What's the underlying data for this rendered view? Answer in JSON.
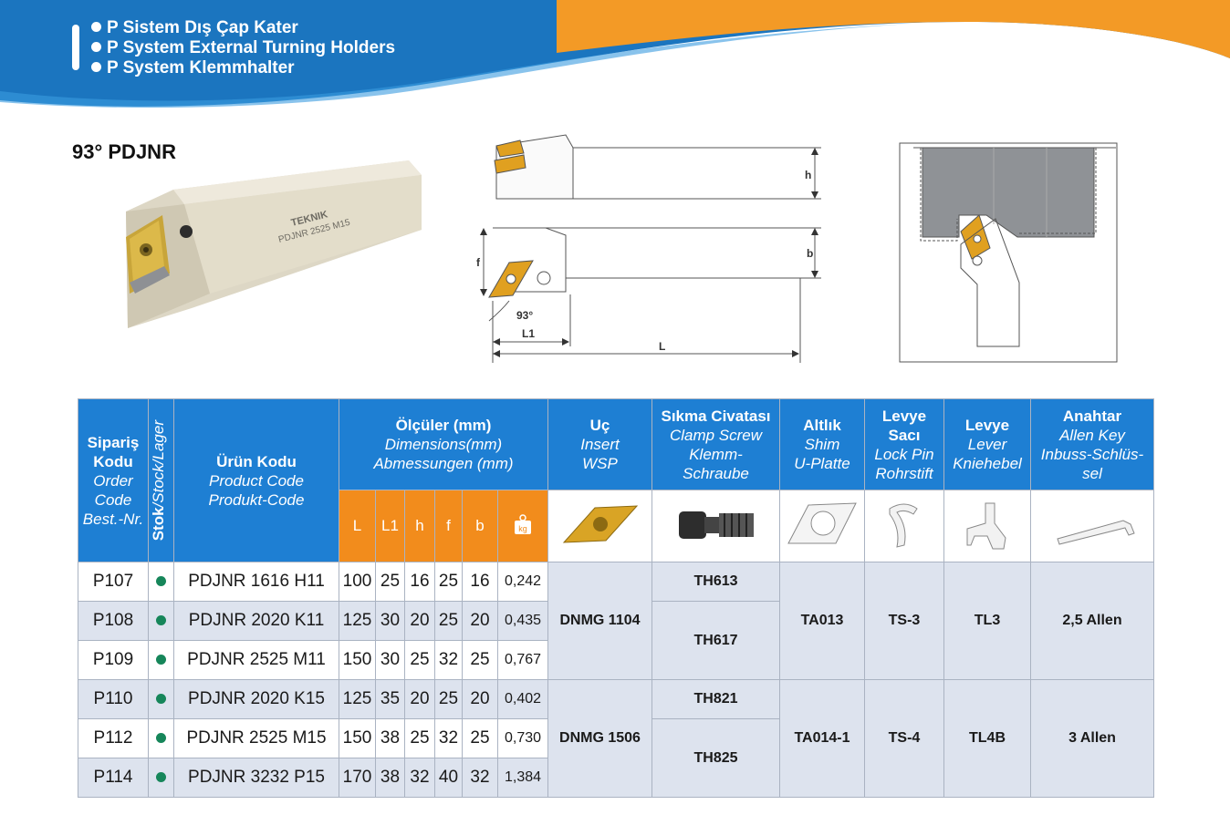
{
  "header": {
    "titles": [
      "P Sistem Dış Çap Kater",
      "P System External Turning Holders",
      "P System Klemmhalter"
    ]
  },
  "product_title": "93° PDJNR",
  "photo": {
    "brand": "TEKNIK",
    "marking": "PDJNR 2525 M15"
  },
  "drawing": {
    "h": "h",
    "b": "b",
    "f": "f",
    "angle": "93°",
    "L1": "L1",
    "L": "L"
  },
  "table": {
    "headers": {
      "order_code": [
        "Sipariş",
        "Kodu"
      ],
      "order_code_it": [
        "Order",
        "Code",
        "Best.-Nr."
      ],
      "stock_bold": "Stok",
      "stock_rest": "/Stock/Lager",
      "product_code": "Ürün Kodu",
      "product_code_it": [
        "Product Code",
        "Produkt-Code"
      ],
      "dimensions": "Ölçüler (mm)",
      "dimensions_it": [
        "Dimensions(mm)",
        "Abmessungen (mm)"
      ],
      "insert": "Uç",
      "insert_it": [
        "Insert",
        "WSP"
      ],
      "clamp": "Sıkma Civatası",
      "clamp_it": [
        "Clamp Screw",
        "Klemm-",
        "Schraube"
      ],
      "shim": "Altlık",
      "shim_it": [
        "Shim",
        "U-Platte"
      ],
      "lockpin": [
        "Levye",
        "Sacı"
      ],
      "lockpin_it": [
        "Lock Pin",
        "Rohrstift"
      ],
      "lever": "Levye",
      "lever_it": [
        "Lever",
        "Kniehebel"
      ],
      "key": "Anahtar",
      "key_it": [
        "Allen Key",
        "Inbuss-Schlüs-",
        "sel"
      ]
    },
    "dim_cols": [
      "L",
      "L1",
      "h",
      "f",
      "b"
    ],
    "weight_icon_label": "kg",
    "rows": [
      {
        "order": "P107",
        "product": "PDJNR 1616 H11",
        "L": "100",
        "L1": "25",
        "h": "16",
        "f": "25",
        "b": "16",
        "w": "0,242"
      },
      {
        "order": "P108",
        "product": "PDJNR 2020 K11",
        "L": "125",
        "L1": "30",
        "h": "20",
        "f": "25",
        "b": "20",
        "w": "0,435"
      },
      {
        "order": "P109",
        "product": "PDJNR 2525 M11",
        "L": "150",
        "L1": "30",
        "h": "25",
        "f": "32",
        "b": "25",
        "w": "0,767"
      },
      {
        "order": "P110",
        "product": "PDJNR 2020 K15",
        "L": "125",
        "L1": "35",
        "h": "20",
        "f": "25",
        "b": "20",
        "w": "0,402"
      },
      {
        "order": "P112",
        "product": "PDJNR 2525 M15",
        "L": "150",
        "L1": "38",
        "h": "25",
        "f": "32",
        "b": "25",
        "w": "0,730"
      },
      {
        "order": "P114",
        "product": "PDJNR 3232 P15",
        "L": "170",
        "L1": "38",
        "h": "32",
        "f": "40",
        "b": "32",
        "w": "1,384"
      }
    ],
    "groups": [
      {
        "insert": "DNMG 1104",
        "screws": [
          "TH613",
          "TH617"
        ],
        "shim": "TA013",
        "lockpin": "TS-3",
        "lever": "TL3",
        "key": "2,5 Allen"
      },
      {
        "insert": "DNMG 1506",
        "screws": [
          "TH821",
          "TH825"
        ],
        "shim": "TA014-1",
        "lockpin": "TS-4",
        "lever": "TL4B",
        "key": "3 Allen"
      }
    ]
  },
  "colors": {
    "header_blue": "#1e7fd3",
    "header_orange": "#f28c1c",
    "row_alt": "#dde3ee",
    "stock_dot": "#16865a"
  }
}
